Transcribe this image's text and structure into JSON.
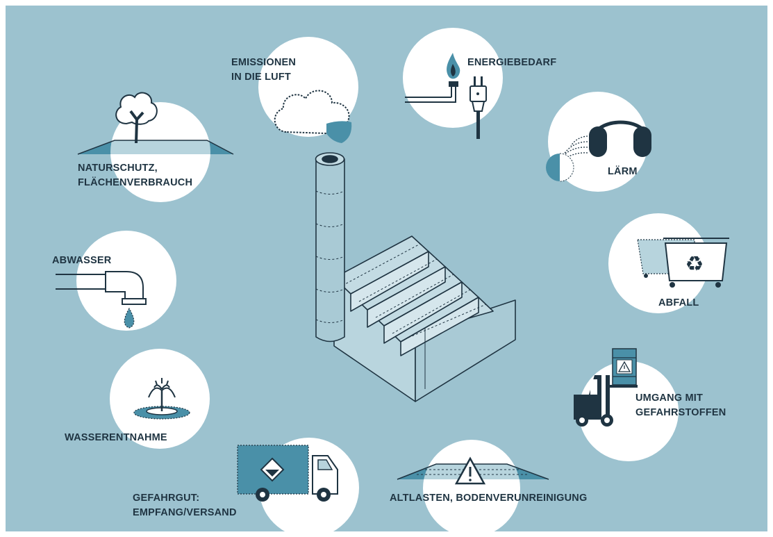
{
  "colors": {
    "background": "#9cc2cf",
    "circle": "#ffffff",
    "ink": "#1f3442",
    "accent": "#4a90a8",
    "light_fill": "#b7d4dd"
  },
  "labels": {
    "naturschutz": [
      "NATURSCHUTZ,",
      "FLÄCHENVERBRAUCH"
    ],
    "emissionen": [
      "EMISSIONEN",
      "IN DIE LUFT"
    ],
    "energiebedarf": [
      "ENERGIEBEDARF"
    ],
    "laerm": [
      "LÄRM"
    ],
    "abwasser": [
      "ABWASSER"
    ],
    "abfall": [
      "ABFALL"
    ],
    "wasserentnahme": [
      "WASSERENTNAHME"
    ],
    "gefahrstoffe": [
      "UMGANG MIT",
      "GEFAHRSTOFFEN"
    ],
    "gefahrgut": [
      "GEFAHRGUT:",
      "EMPFANG/VERSAND"
    ],
    "altlasten": [
      "ALTLASTEN, BODENVERUNREINIGUNG"
    ]
  },
  "icons": [
    "tree-icon",
    "cloud-icon",
    "flame-icon",
    "plug-icon",
    "headphones-icon",
    "pipe-icon",
    "waste-container-icon",
    "recycle-icon",
    "fountain-icon",
    "forklift-icon",
    "barrel-icon",
    "truck-icon",
    "hazard-diamond-icon",
    "warning-triangle-icon",
    "factory-icon",
    "chimney-icon"
  ]
}
